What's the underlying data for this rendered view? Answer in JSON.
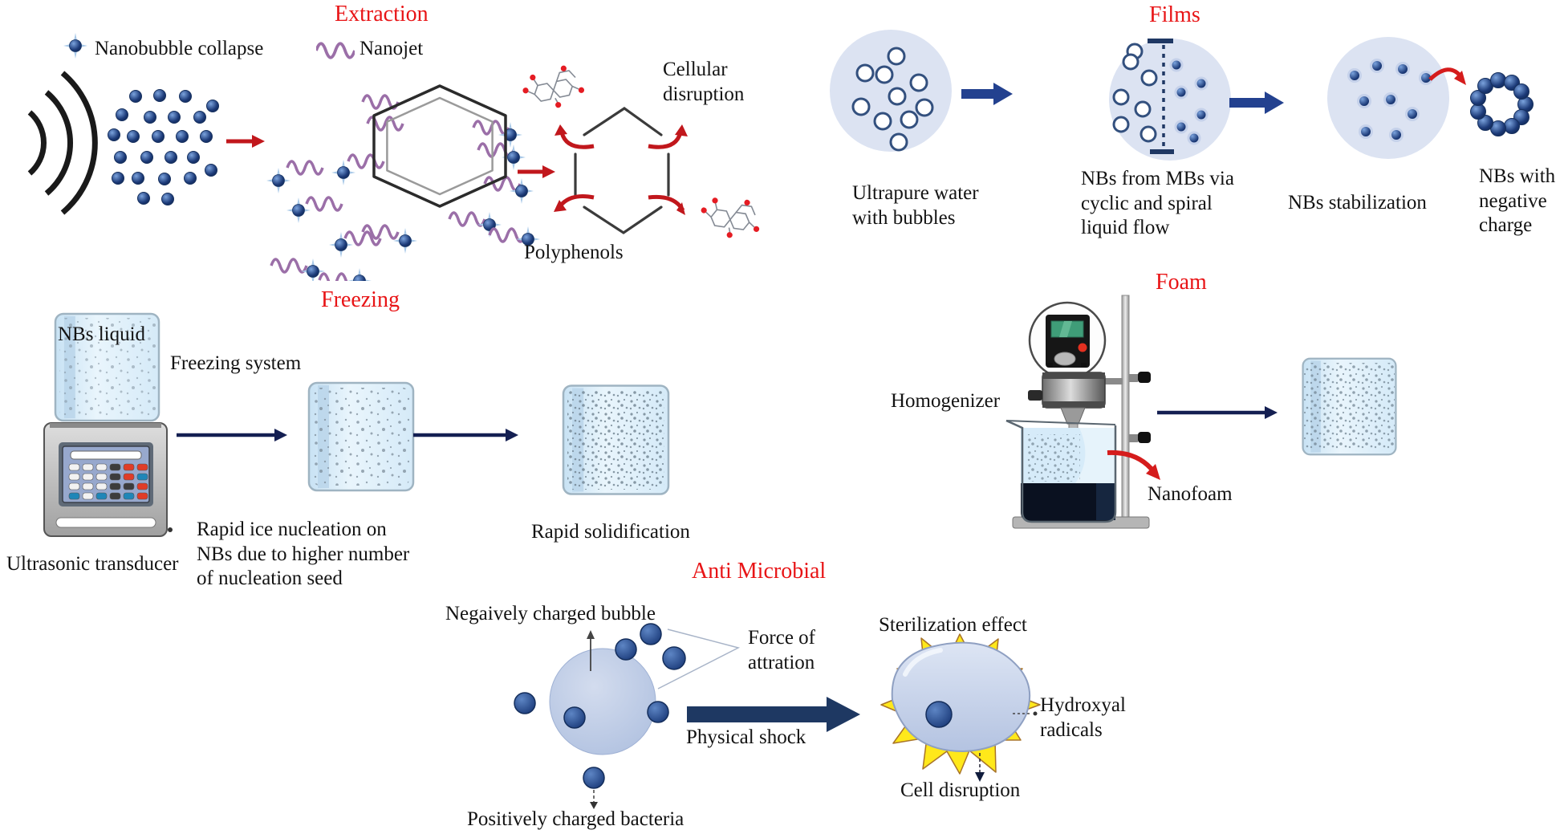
{
  "colors": {
    "title_red": "#e81416",
    "navy_arrow": "#24418c",
    "dark_navy": "#16305e",
    "nanojet_purple": "#9b6fa8",
    "red_arrow": "#c1171c",
    "pale_circle_blue": "#dce3f2",
    "ice_blue": "#ddeefa",
    "starburst_yellow": "#ffe81a"
  },
  "extraction": {
    "title": "Extraction",
    "legend": {
      "nanobubble_collapse": "Nanobubble collapse",
      "nanojet": "Nanojet"
    },
    "cellular_disruption": "Cellular disruption",
    "polyphenols": "Polyphenols"
  },
  "films": {
    "title": "Films",
    "step1": "Ultrapure water with bubbles",
    "step2": "NBs from MBs via cyclic and spiral liquid flow",
    "step3": "NBs stabilization",
    "step4": "NBs with negative charge"
  },
  "freezing": {
    "title": "Freezing",
    "nbs_liquid": "NBs liquid",
    "freezing_system": "Freezing system",
    "ultrasonic_transducer": "Ultrasonic transducer",
    "rapid_ice_nucleation": "Rapid ice nucleation on NBs due to higher number of nucleation seed",
    "rapid_solidification": "Rapid solidification"
  },
  "foam": {
    "title": "Foam",
    "homogenizer": "Homogenizer",
    "nanofoam": "Nanofoam"
  },
  "antimicrobial": {
    "title": "Anti Microbial",
    "negatively_charged_bubble": "Negaively charged bubble",
    "force_of_attraction": "Force of attration",
    "physical_shock": "Physical shock",
    "positively_charged_bacteria": "Positively charged bacteria",
    "sterilization_effect": "Sterilization effect",
    "hydroxyl_radicals": "Hydroxyal radicals",
    "cell_disruption": "Cell disruption"
  }
}
